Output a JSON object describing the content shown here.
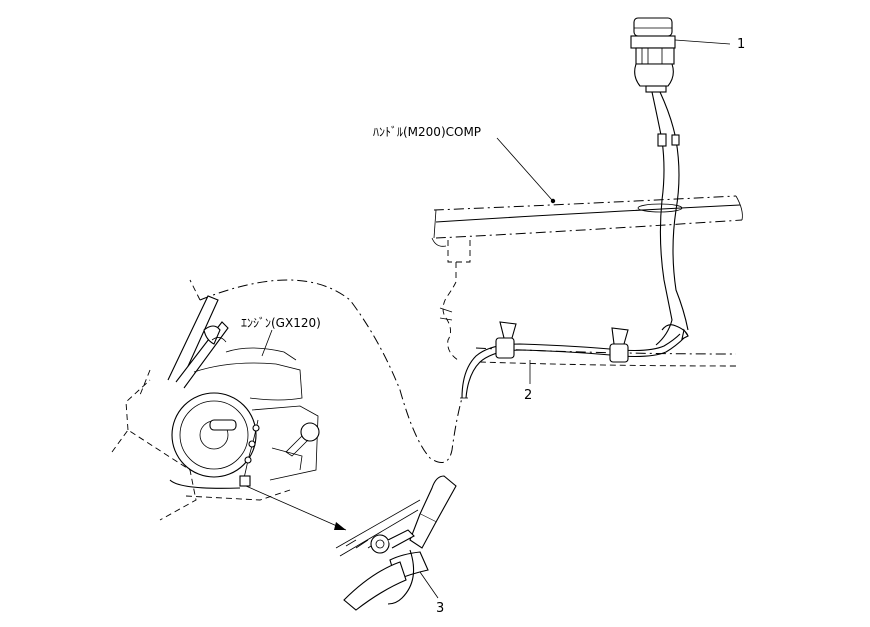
{
  "labels": {
    "handle": "ﾊﾝﾄﾞﾙ(M200)COMP",
    "engine": "ｴﾝｼﾞﾝ(GX120)"
  },
  "callouts": [
    {
      "number": "1"
    },
    {
      "number": "2"
    },
    {
      "number": "3"
    }
  ]
}
